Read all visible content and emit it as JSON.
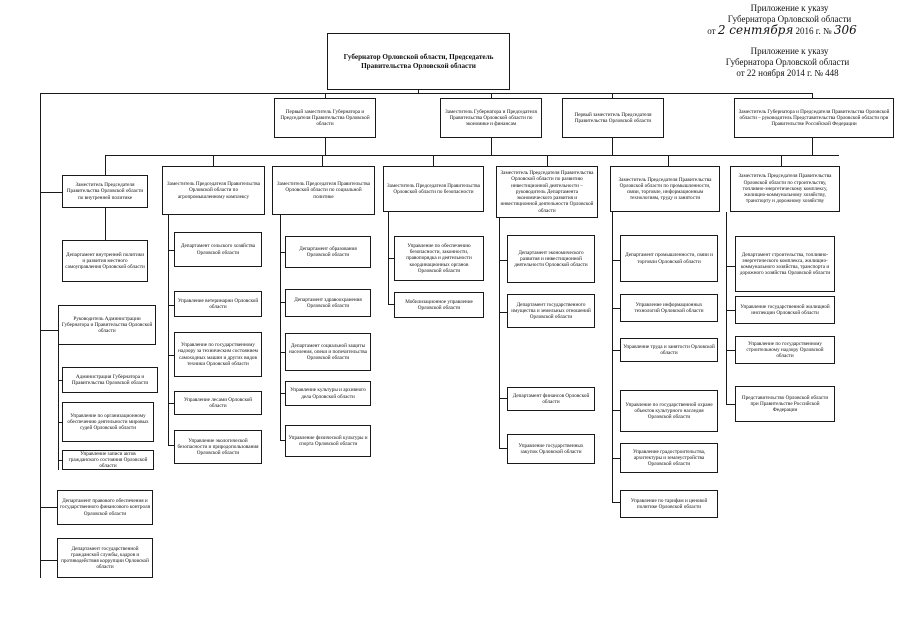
{
  "header": {
    "line1": "Приложение к указу",
    "line2": "Губернатора Орловской области",
    "line3_prefix": "от",
    "line3_date": "2 сентября",
    "line3_year": "2016 г. №",
    "line3_number": "306",
    "line4": "Приложение к указу",
    "line5": "Губернатора Орловской области",
    "line6": "от 22 ноября 2014 г. № 448"
  },
  "governor": "Губернатор Орловской области, Председатель Правительства Орловской области",
  "deputies": {
    "d1": "Первый заместитель Губернатора и Председателя Правительства Орловской области",
    "d2": "Заместитель Губернатора и Председателя Правительства Орловской области по экономике и финансам",
    "d3": "Первый заместитель Председателя Правительства Орловской области",
    "d4": "Заместитель Губернатора и Председателя Правительства Орловской области – руководитель Представительства Орловской области при Правительстве Российской Федерации"
  },
  "col1": {
    "head": "Заместитель Председателя Правительства Орловской области по внутренней политике",
    "dept": "Департамент внутренней политики и развития местного самоуправления Орловской области",
    "admin_head": "Руководитель Администрации Губернатора и Правительства Орловской области",
    "a1": "Администрация Губернатора и Правительства Орловской области",
    "a2": "Управление по организационному обеспечению деятельности мировых судей Орловской области",
    "a3": "Управление записи актов гражданского состояния Орловской области",
    "b1": "Департамент правового обеспечения и государственного финансового контроля Орловской области",
    "b2": "Департамент государственной гражданской службы, кадров и противодействия коррупции Орловской области"
  },
  "col2": {
    "head": "Заместитель Председателя Правительства Орловской области по агропромышленному комплексу",
    "i1": "Департамент сельского хозяйства Орловской области",
    "i2": "Управление ветеринарии Орловской области",
    "i3": "Управление по государственному надзору за техническим состоянием самоходных машин и других видов техники Орловской области",
    "i4": "Управление лесами Орловской области",
    "i5": "Управление экологической безопасности и природопользования Орловской области"
  },
  "col3": {
    "head": "Заместитель Председателя Правительства Орловской области по социальной политике",
    "i1": "Департамент образования Орловской области",
    "i2": "Департамент здравоохранения Орловской области",
    "i3": "Департамент социальной защиты населения, опеки и попечительства Орловской области",
    "i4": "Управление культуры и архивного дела Орловской области",
    "i5": "Управление физической культуры и спорта Орловской области"
  },
  "col4": {
    "head": "Заместитель Председателя Правительства Орловской области по безопасности",
    "i1": "Управление по обеспечению безопасности, законности, правопорядка и деятельности координационных органов Орловской области",
    "i2": "Мобилизационное управление Орловской области"
  },
  "col5": {
    "head": "Заместитель Председателя Правительства Орловской области по развитию инвестиционной деятельности – руководитель Департамента экономического развития и инвестиционной деятельности Орловской области",
    "i1": "Департамент экономического развития и инвестиционной деятельности Орловской области",
    "i2": "Департамент государственного имущества и земельных отношений Орловской области",
    "i3": "Департамент финансов Орловской области",
    "i4": "Управление государственных закупок Орловской области"
  },
  "col6": {
    "head": "Заместитель Председателя Правительства Орловской области по промышленности, связи, торговле, информационным технологиям, труду и занятости",
    "i1": "Департамент промышленности, связи и торговли Орловской области",
    "i2": "Управление информационных технологий Орловской области",
    "i3": "Управление труда и занятости Орловской области",
    "i4": "Управление по государственной охране объектов культурного наследия Орловской области",
    "i5": "Управление градостроительства, архитектуры и землеустройства Орловской области",
    "i6": "Управление по тарифам и ценовой политике Орловской области"
  },
  "col7": {
    "head": "Заместитель Председателя Правительства Орловской области по строительству, топливно-энергетическому комплексу, жилищно-коммунальному хозяйству, транспорту и дорожному хозяйству",
    "i1": "Департамент строительства, топливно-энергетического комплекса, жилищно-коммунального хозяйства, транспорта и дорожного хозяйства Орловской области",
    "i2": "Управление государственной жилищной инспекции Орловской области",
    "i3": "Управление по государственному строительному надзору Орловской области",
    "i4": "Представительство Орловской области при Правительстве Российской Федерации"
  }
}
